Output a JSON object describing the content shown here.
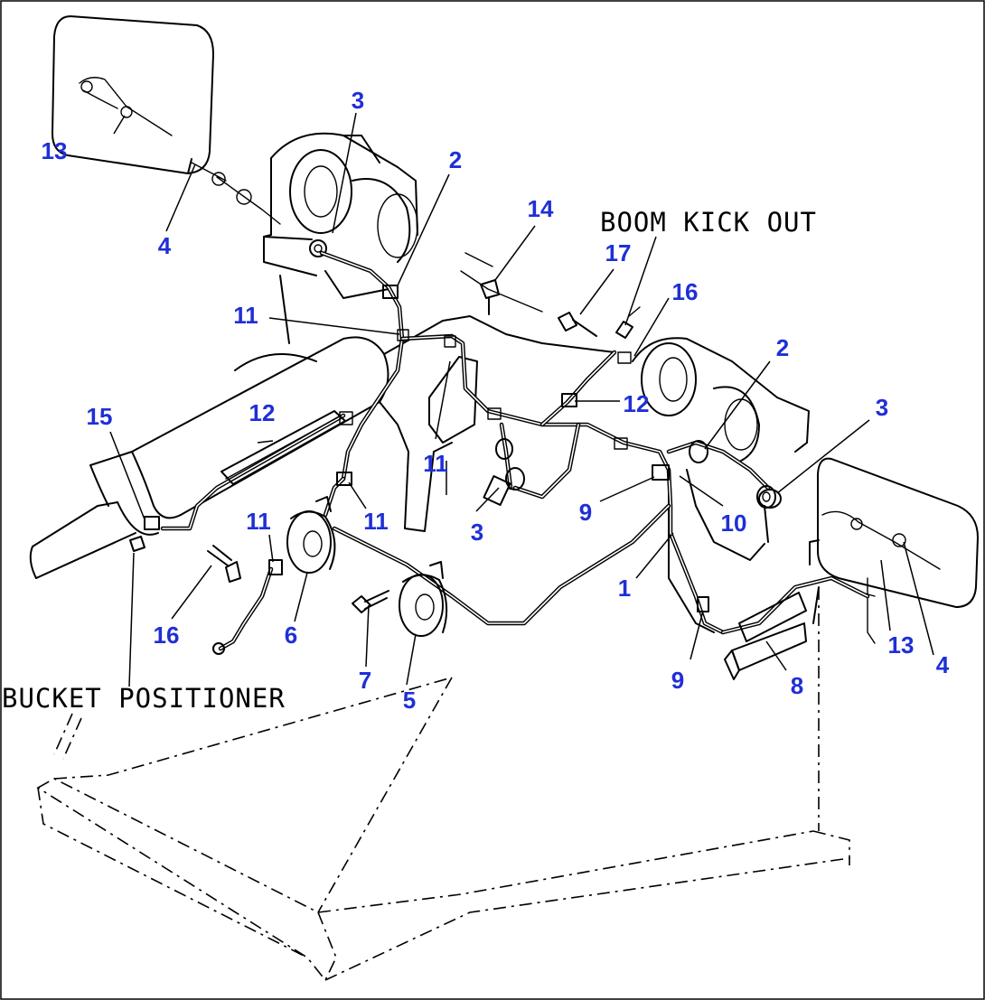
{
  "labels": {
    "boom_kick_out": "BOOM KICK OUT",
    "bucket_positioner": "BUCKET POSITIONER"
  },
  "callouts": [
    "1",
    "2",
    "2",
    "3",
    "3",
    "3",
    "4",
    "4",
    "5",
    "6",
    "7",
    "8",
    "9",
    "9",
    "10",
    "11",
    "11",
    "11",
    "11",
    "12",
    "12",
    "13",
    "13",
    "14",
    "15",
    "16",
    "16",
    "17"
  ],
  "colors": {
    "callout": "#1f2fd6",
    "linework": "#000000",
    "background": "#ffffff"
  }
}
